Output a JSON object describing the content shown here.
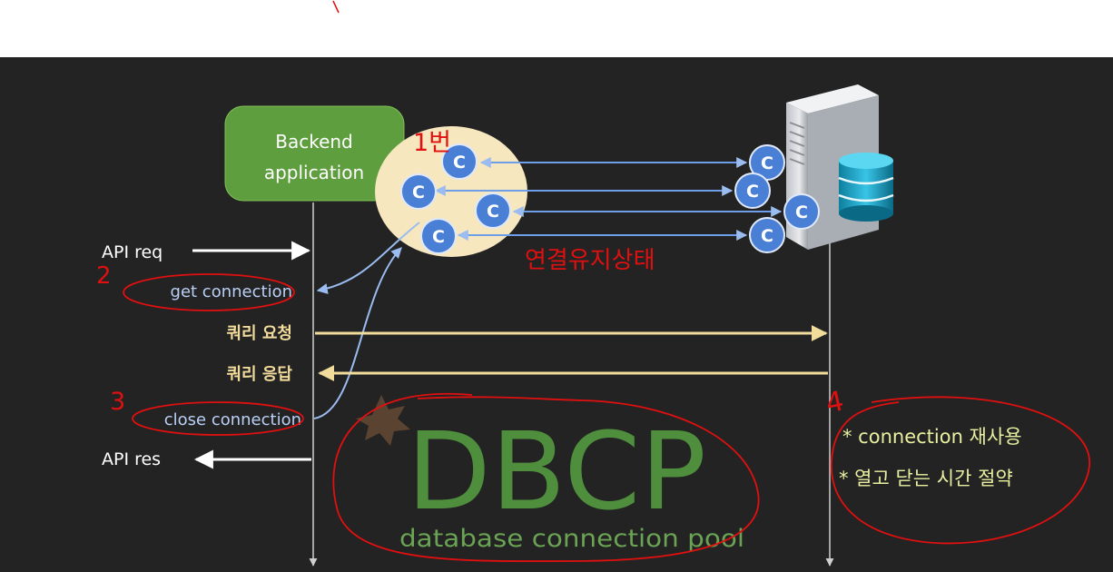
{
  "backend": {
    "line1": "Backend",
    "line2": "application"
  },
  "pool_connection_glyph": "C",
  "db_connection_glyph": "C",
  "flow": {
    "api_req": "API req",
    "get_connection": "get connection",
    "query_request": "쿼리 요청",
    "query_response": "쿼리 응답",
    "close_connection": "close connection",
    "api_res": "API res"
  },
  "dbcp": {
    "title": "DBCP",
    "subtitle": "database connection pool"
  },
  "notes": {
    "reuse": "* connection 재사용",
    "save_time": "* 열고 닫는 시간 절약"
  },
  "annotations": {
    "step1": "1번",
    "step2": "2",
    "step3": "3",
    "step4": "4",
    "keep_alive": "연결유지상태"
  },
  "icons": {
    "db_server": "database-server-icon",
    "db_cylinder": "database-cylinder-icon"
  },
  "colors": {
    "background": "#232323",
    "backend_box": "#5f9e3e",
    "pool_bubble": "#f7e7bf",
    "connection_blue": "#4a7fd6",
    "query_arrow": "#f2dc9b",
    "dbcp_text": "#4e8e3c",
    "notes_text": "#e9f0a0",
    "annotation_red": "#e01010"
  }
}
